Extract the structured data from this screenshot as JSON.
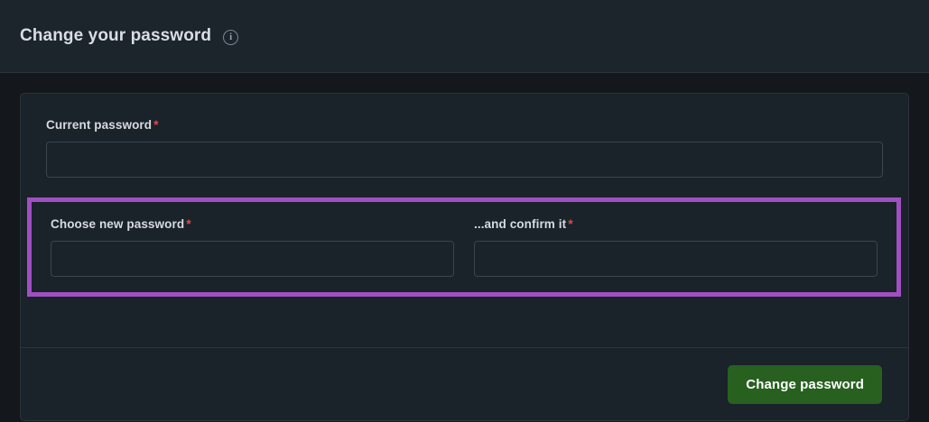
{
  "header": {
    "title": "Change your password",
    "info_icon": "info-icon",
    "info_glyph": "i"
  },
  "form": {
    "current_password": {
      "label": "Current password",
      "required_mark": "*",
      "value": "",
      "placeholder": ""
    },
    "new_password": {
      "label": "Choose new password",
      "required_mark": "*",
      "value": "",
      "placeholder": ""
    },
    "confirm_password": {
      "label": "...and confirm it",
      "required_mark": "*",
      "value": "",
      "placeholder": ""
    }
  },
  "footer": {
    "submit_label": "Change password"
  },
  "colors": {
    "page_background": "#14181d",
    "header_background": "#1c242c",
    "card_background": "#1a222a",
    "card_border": "#2b333b",
    "input_border": "#3b4651",
    "highlight_outline": "#a04fc2",
    "required_asterisk": "#e0474c",
    "submit_button": "#27601f",
    "text_primary": "#d8dde3"
  }
}
